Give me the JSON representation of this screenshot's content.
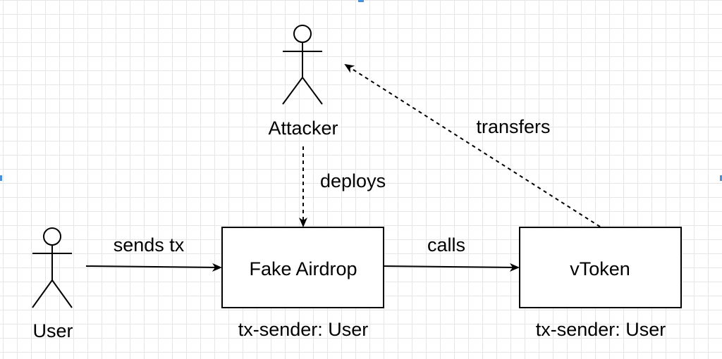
{
  "diagram": {
    "actors": {
      "user": "User",
      "attacker": "Attacker"
    },
    "boxes": {
      "fake_airdrop": "Fake Airdrop",
      "vtoken": "vToken"
    },
    "edges": {
      "sends_tx": "sends tx",
      "calls": "calls",
      "deploys": "deploys",
      "transfers": "transfers"
    },
    "notes": {
      "airdrop_sender": "tx-sender: User",
      "vtoken_sender": "tx-sender: User"
    }
  }
}
